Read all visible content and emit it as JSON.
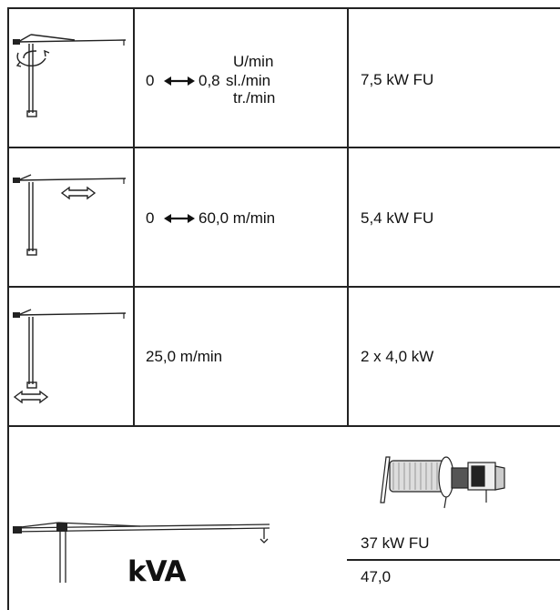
{
  "rows": [
    {
      "motion": "slewing",
      "speed": {
        "low": "0",
        "high": "0,8",
        "units": [
          "U/min",
          "sl./min",
          "tr./min"
        ]
      },
      "power": "7,5 kW FU"
    },
    {
      "motion": "trolley",
      "speed": {
        "low": "0",
        "high": "60,0 m/min"
      },
      "power": "5,4 kW FU"
    },
    {
      "motion": "travel",
      "speed": {
        "value": "25,0 m/min"
      },
      "power": "2 x 4,0 kW"
    }
  ],
  "hoist": {
    "power": "37 kW FU",
    "kva_label": "kVA",
    "kva_value": "47,0"
  }
}
